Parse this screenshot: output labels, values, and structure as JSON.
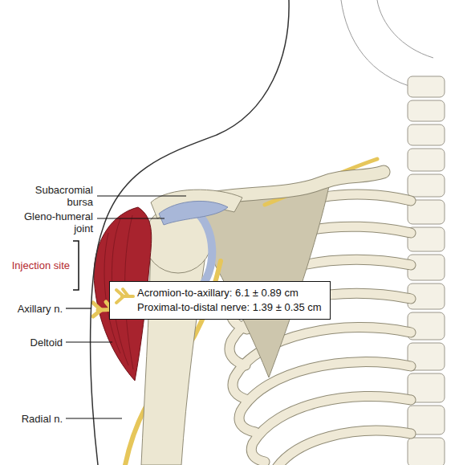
{
  "diagram": {
    "nodes": [
      {
        "text": [
          "Acromion-to-axillary: 6.1 ± 0.89 cm",
          "Proximal-to-distal nerve: 1.39 ± 0.35 cm"
        ]
      }
    ],
    "labels": [
      "Subacromial bursa",
      "Gleno-humeral joint",
      "Injection site",
      "Axillary n.",
      "Deltoid",
      "Radial n."
    ]
  }
}
